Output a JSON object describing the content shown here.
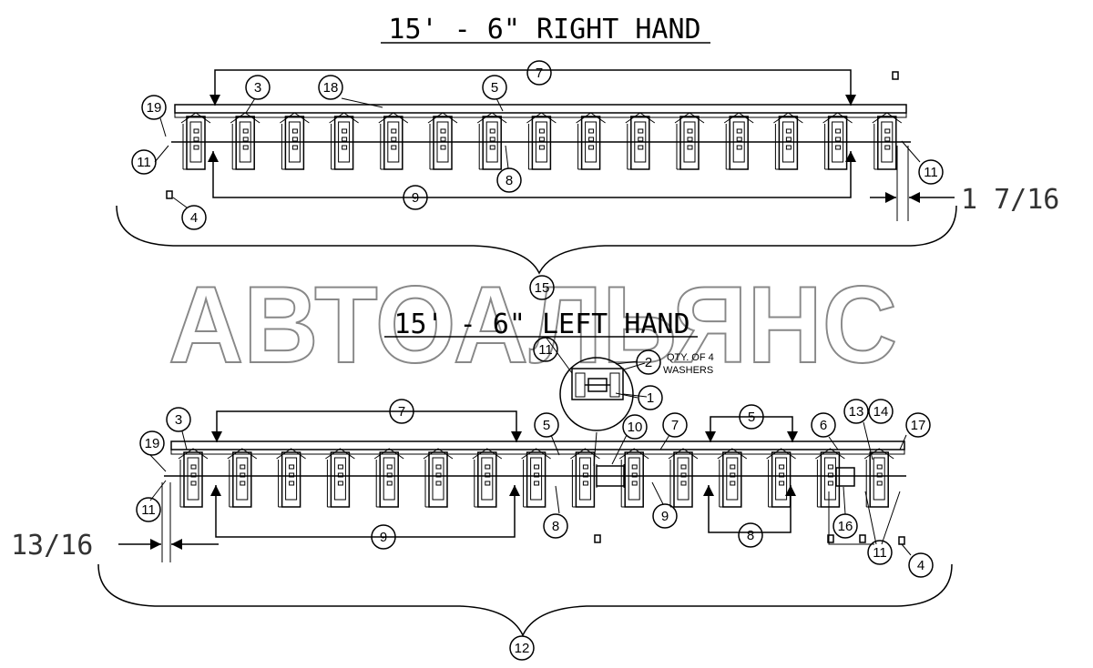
{
  "titles": {
    "right": "15' - 6\" RIGHT HAND",
    "left": "15' - 6\" LEFT HAND"
  },
  "dimensions": {
    "right_gap": "1 7/16",
    "left_gap": "13/16"
  },
  "note": {
    "line1": "QTY. OF 4",
    "line2": "WASHERS"
  },
  "watermark": "АВТОАЛЬЯНС",
  "balloons": {
    "r7": "7",
    "r3": "3",
    "r18": "18",
    "r5": "5",
    "r19": "19",
    "r11a": "11",
    "r8": "8",
    "r4": "4",
    "r9": "9",
    "r11b": "11",
    "r15": "15",
    "d11": "11",
    "d2": "2",
    "d1": "1",
    "l7a": "7",
    "l3": "3",
    "l19": "19",
    "l11a": "11",
    "l5a": "5",
    "l10": "10",
    "l7b": "7",
    "l5b": "5",
    "l6": "6",
    "l13": "13",
    "l14": "14",
    "l17": "17",
    "l8a": "8",
    "l9b": "9",
    "l8b": "8",
    "l16": "16",
    "l11b": "11",
    "l4": "4",
    "l9a": "9",
    "l12": "12"
  }
}
